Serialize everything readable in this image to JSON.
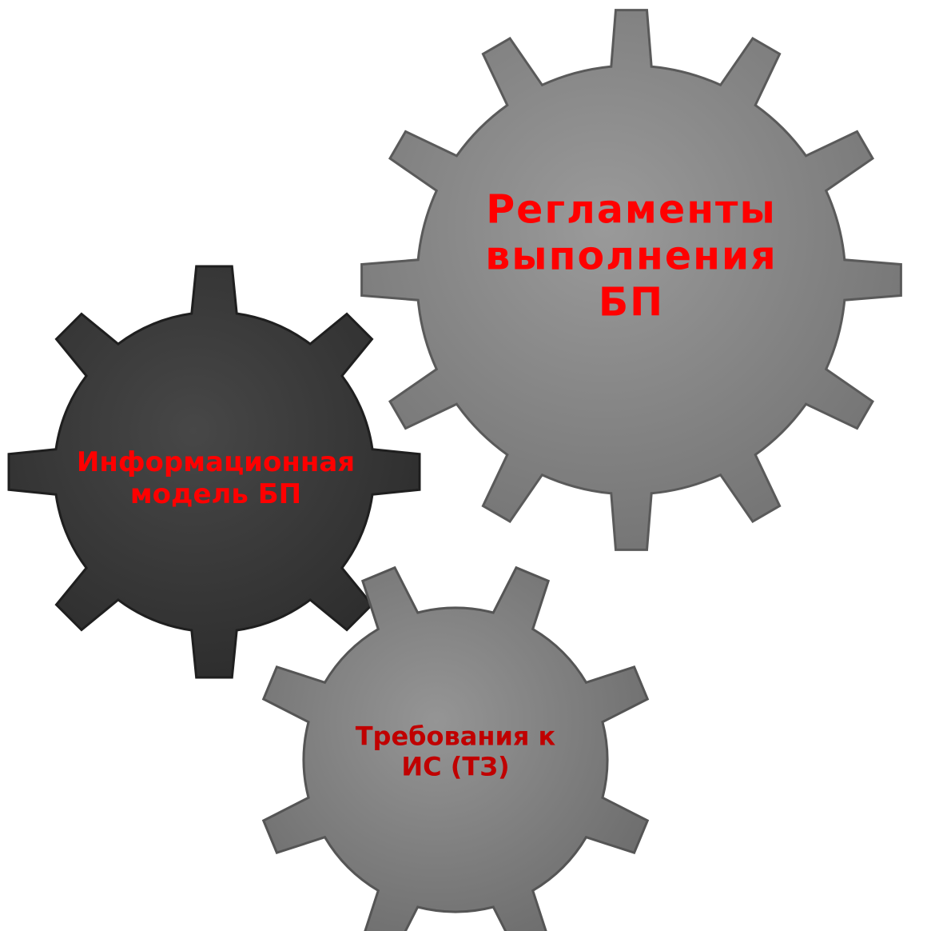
{
  "colors": {
    "background": "#ffffff",
    "gear_large": "#8a8a8a",
    "gear_dark": "#3d3d3d",
    "gear_small": "#858585",
    "label_red": "#ff0000",
    "label_dark_red": "#c00000"
  },
  "gears": [
    {
      "id": "gear-large",
      "label_lines": [
        "Регламенты",
        "выполнения",
        "БП"
      ],
      "fill_key": "gear_large",
      "label_color_key": "label_red"
    },
    {
      "id": "gear-dark",
      "label_lines": [
        "Информационная",
        "модель БП"
      ],
      "fill_key": "gear_dark",
      "label_color_key": "label_red"
    },
    {
      "id": "gear-small",
      "label_lines": [
        "Требования к",
        "ИС (ТЗ)"
      ],
      "fill_key": "gear_small",
      "label_color_key": "label_dark_red"
    }
  ]
}
